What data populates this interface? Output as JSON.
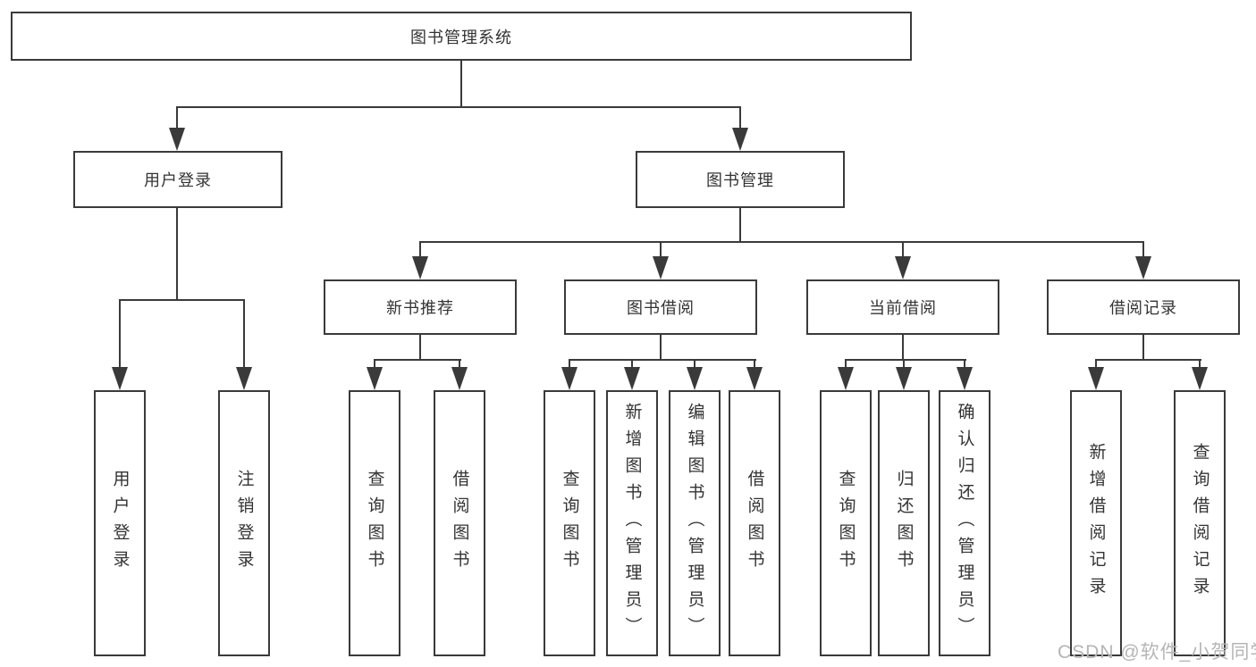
{
  "diagram_type": "hierarchy-tree",
  "colors": {
    "line": "#3a3a3a",
    "box_border": "#3a3a3a",
    "text": "#333333",
    "background": "#ffffff",
    "watermark_text_color": "#b5b5b5"
  },
  "tree": {
    "root": {
      "label": "图书管理系统"
    },
    "branches": [
      {
        "label": "用户登录",
        "children": [
          {
            "label": "用户登录"
          },
          {
            "label": "注销登录"
          }
        ]
      },
      {
        "label": "图书管理",
        "children": [
          {
            "label": "新书推荐",
            "children": [
              {
                "label": "查询图书"
              },
              {
                "label": "借阅图书"
              }
            ]
          },
          {
            "label": "图书借阅",
            "children": [
              {
                "label": "查询图书"
              },
              {
                "label": "新增图书（管理员）"
              },
              {
                "label": "编辑图书（管理员）"
              },
              {
                "label": "借阅图书"
              }
            ]
          },
          {
            "label": "当前借阅",
            "children": [
              {
                "label": "查询图书"
              },
              {
                "label": "归还图书"
              },
              {
                "label": "确认归还（管理员）"
              }
            ]
          },
          {
            "label": "借阅记录",
            "children": [
              {
                "label": "新增借阅记录"
              },
              {
                "label": "查询借阅记录"
              }
            ]
          }
        ]
      }
    ]
  },
  "watermark": "CSDN @软件_小贺同学"
}
